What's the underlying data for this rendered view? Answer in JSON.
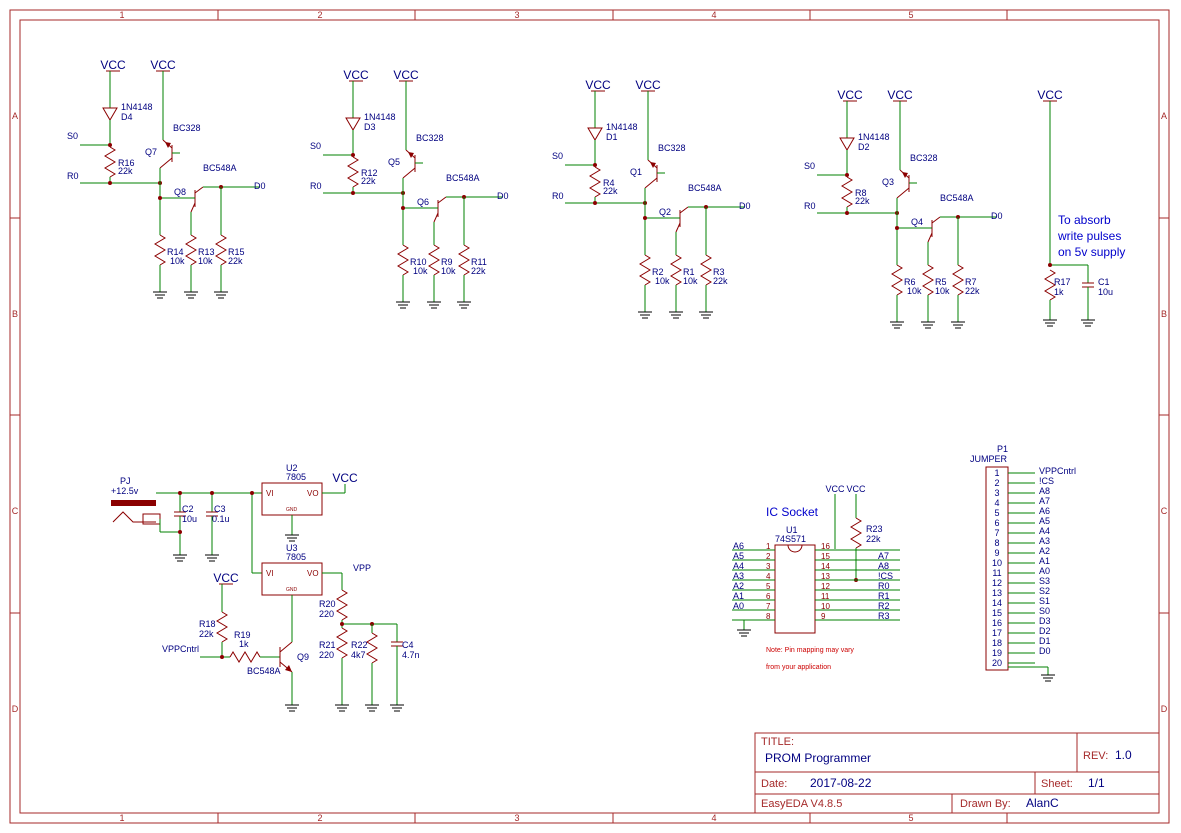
{
  "frame": {
    "zones_columns": [
      "1",
      "2",
      "3",
      "4",
      "5"
    ],
    "zones_rows": [
      "A",
      "B",
      "C",
      "D"
    ]
  },
  "power_labels": {
    "vcc": "VCC",
    "vpp": "VPP"
  },
  "net_labels": {
    "s0": "S0",
    "r0": "R0",
    "d0": "D0"
  },
  "stages": [
    {
      "diode": "D4",
      "pnp": "Q7",
      "npn": "Q8",
      "r_base": "R16",
      "r_e1": "R14",
      "r_e2": "R13",
      "r_out": "R15"
    },
    {
      "diode": "D3",
      "pnp": "Q5",
      "npn": "Q6",
      "r_base": "R12",
      "r_e1": "R10",
      "r_e2": "R9",
      "r_out": "R11"
    },
    {
      "diode": "D1",
      "pnp": "Q1",
      "npn": "Q2",
      "r_base": "R4",
      "r_e1": "R2",
      "r_e2": "R1",
      "r_out": "R3"
    },
    {
      "diode": "D2",
      "pnp": "Q3",
      "npn": "Q4",
      "r_base": "R8",
      "r_e1": "R6",
      "r_e2": "R5",
      "r_out": "R7"
    }
  ],
  "values": {
    "diode": "1N4148",
    "pnp": "BC328",
    "npn": "BC548A",
    "r22k": "22k",
    "r10k": "10k",
    "r1k": "1k",
    "r220": "220",
    "r4k7": "4k7",
    "c10u": "10u",
    "c01u": "0.1u",
    "c47n": "4.7n",
    "reg": "7805"
  },
  "supply_note": [
    "To absorb",
    "write pulses",
    "on 5v supply"
  ],
  "supply": {
    "r": "R17",
    "c": "C1"
  },
  "power": {
    "pj": "PJ",
    "pj_value": "+12.5v",
    "c2": "C2",
    "c3": "C3",
    "c4": "C4",
    "u2": "U2",
    "u3": "U3",
    "vi": "VI",
    "vo": "VO",
    "gnd": "GND",
    "r18": "R18",
    "r19": "R19",
    "r20": "R20",
    "r21": "R21",
    "r22": "R22",
    "q9": "Q9",
    "vppcntrl": "VPPCntrl"
  },
  "socket": {
    "heading": "IC Socket",
    "ref": "U1",
    "part": "74S571",
    "left_labels": [
      "A6",
      "A5",
      "A4",
      "A3",
      "A2",
      "A1",
      "A0",
      ""
    ],
    "left_pins": [
      "1",
      "2",
      "3",
      "4",
      "5",
      "6",
      "7",
      "8"
    ],
    "right_pins": [
      "16",
      "15",
      "14",
      "13",
      "12",
      "11",
      "10",
      "9"
    ],
    "right_labels": [
      "",
      "A7",
      "A8",
      "!CS",
      "R0",
      "R1",
      "R2",
      "R3"
    ],
    "r23": "R23",
    "r23_value": "22k",
    "note1": "Note: Pin mapping may vary",
    "note2": "from your application"
  },
  "jumper": {
    "ref": "P1",
    "name": "JUMPER",
    "labels": [
      "VPPCntrl",
      "!CS",
      "A8",
      "A7",
      "A6",
      "A5",
      "A4",
      "A3",
      "A2",
      "A1",
      "A0",
      "S3",
      "S2",
      "S1",
      "S0",
      "D3",
      "D2",
      "D1",
      "D0",
      ""
    ]
  },
  "title_block": {
    "title_label": "TITLE:",
    "title": "PROM Programmer",
    "rev_label": "REV:",
    "rev": "1.0",
    "date_label": "Date:",
    "date": "2017-08-22",
    "sheet_label": "Sheet:",
    "sheet": "1/1",
    "tool": "EasyEDA V4.8.5",
    "drawn_label": "Drawn By:",
    "drawn": "AlanC"
  }
}
